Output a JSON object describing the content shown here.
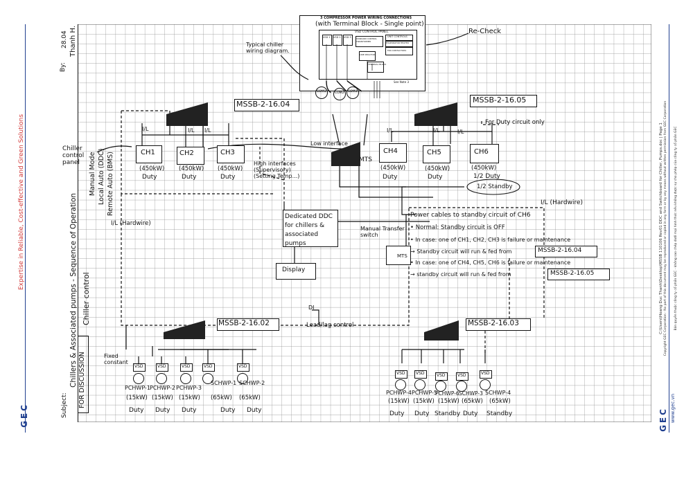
{
  "left_margin": {
    "tagline": "Expertise in Reliable, Cost-effective and Green Solutions",
    "logo": "GEC",
    "accent_color": "#d23a3a",
    "logo_color": "#1f3f8f"
  },
  "right_margin": {
    "logo": "GEC",
    "website": "www.gec.vn",
    "file_path": "C:\\Users\\Hoang Duc Thanh\\Desktop\\MSSB 110106 Rev01 DDC and Switchboard for Chiller, Pumps.doc | Page 1",
    "copyright": "Copyright GEC Corporation - No part of this document may be reproduced or copied in any form or by any means without written permission from GEC Corporation",
    "vn_notice": "Bản quyền thuộc công ty cổ phần GEC - không sao chép dưới mọi hình thức nếu không được sự cho phép của công ty cổ phần GEC"
  },
  "form": {
    "by_label": "By:",
    "by_value": "Thanh H.",
    "by_date": "28.04",
    "subject_label": "Subject:",
    "subject_value": "Chillers & Associated pumps - Sequence of Operation",
    "discussion_tag": "FOR DISCUSSION",
    "recheck": "Re-Check"
  },
  "wiring_inset": {
    "title": "3 COMPRESSOR POWER WIRING CONNECTIONS",
    "subtitle": "(with Terminal Block - Single point)",
    "panel_label": "VSD CONTROL PANEL",
    "vsd1": "VSD 1",
    "vsd2": "VSD 2",
    "vsd3": "VSD 3",
    "b1": "STANDARD CONTROL TRANSFORMER",
    "b2": "UNIT CONTROLS",
    "b3": "EVAPORATOR HEATER",
    "b4": "FAN CONTACTORS",
    "b5": "LINE REACTOR",
    "b6": "TERMINAL BLOCK",
    "note": "See Note 3",
    "comp1": "COM1",
    "comp2": "COM2",
    "comp3": "COM3",
    "callout": "Typical chiller wiring diagram."
  },
  "boards": {
    "mssb_04": "MSSB-2-16.04",
    "mssb_05": "MSSB-2-16.05",
    "mssb_02": "MSSB-2-16.02",
    "mssb_03": "MSSB-2-16.03"
  },
  "chillers": [
    {
      "name": "CH1",
      "cap": "(450kW)",
      "duty": "Duty"
    },
    {
      "name": "CH2",
      "cap": "(450kW)",
      "duty": "Duty"
    },
    {
      "name": "CH3",
      "cap": "(450kW)",
      "duty": "Duty"
    },
    {
      "name": "CH4",
      "cap": "(450kW)",
      "duty": "Duty"
    },
    {
      "name": "CH5",
      "cap": "(450kW)",
      "duty": "Duty"
    },
    {
      "name": "CH6",
      "cap": "(450kW)",
      "duty": "1/2 Duty"
    }
  ],
  "labels": {
    "il": "I/L",
    "duty_circuit": "For Duty circuit only",
    "half_standby": "1/2 Standby",
    "chiller_control_panel": "Chiller control panel",
    "low_interface": "Low interface",
    "high_interface": "High interfaces (Supervisory) (Setting Temp...)",
    "mts": "MTS",
    "ddc": "Dedicated DDC for chillers & associated pumps",
    "display": "Display",
    "manual_transfer": "Manual Transfer switch",
    "mts_small": "MTS",
    "hardwire_left": "I/L (Hardwire)",
    "hardwire_right": "I/L (Hardwire)",
    "manual_mode": "Manual Mode",
    "local_auto": "Local Auto (DDC)",
    "remote_auto": "Remote Auto (BMS)",
    "chiller_control": "Chiller control",
    "lead_lag": "Lead/lag control",
    "fixed_constant": "Fixed constant",
    "di": "DI"
  },
  "notes": {
    "n0": "Power cables to standby circuit of CH6",
    "n1": "• Normal: Standby circuit is OFF",
    "n2": "• In case: one of CH1, CH2, CH3 is failure or maintenance",
    "n3": "→ Standby circuit will run & fed from",
    "n3b": "MSSB-2-16.04",
    "n4": "• In case: one of CH4, CH5, CH6 is failure or maintenance",
    "n5": "→ standby circuit will run & fed from",
    "n5b": "MSSB-2-16.05"
  },
  "pumps_left": [
    {
      "name": "PCHWP-1",
      "cap": "(15kW)",
      "duty": "Duty"
    },
    {
      "name": "PCHWP-2",
      "cap": "(15kW)",
      "duty": "Duty"
    },
    {
      "name": "PCHWP-3",
      "cap": "(15kW)",
      "duty": "Duty"
    },
    {
      "name": "SCHWP-1",
      "cap": "(65kW)",
      "duty": "Duty"
    },
    {
      "name": "SCHWP-2",
      "cap": "(65kW)",
      "duty": "Duty"
    }
  ],
  "pumps_right": [
    {
      "name": "PCHWP-4",
      "cap": "(15kW)",
      "duty": "Duty"
    },
    {
      "name": "PCHWP-5",
      "cap": "(15kW)",
      "duty": "Duty"
    },
    {
      "name": "PCHWP-6",
      "cap": "(15kW)",
      "duty": "Standby"
    },
    {
      "name": "SCHWP-3",
      "cap": "(65kW)",
      "duty": "Duty"
    },
    {
      "name": "SCHWP-4",
      "cap": "(65kW)",
      "duty": "Standby"
    }
  ],
  "vsd": "VSD"
}
